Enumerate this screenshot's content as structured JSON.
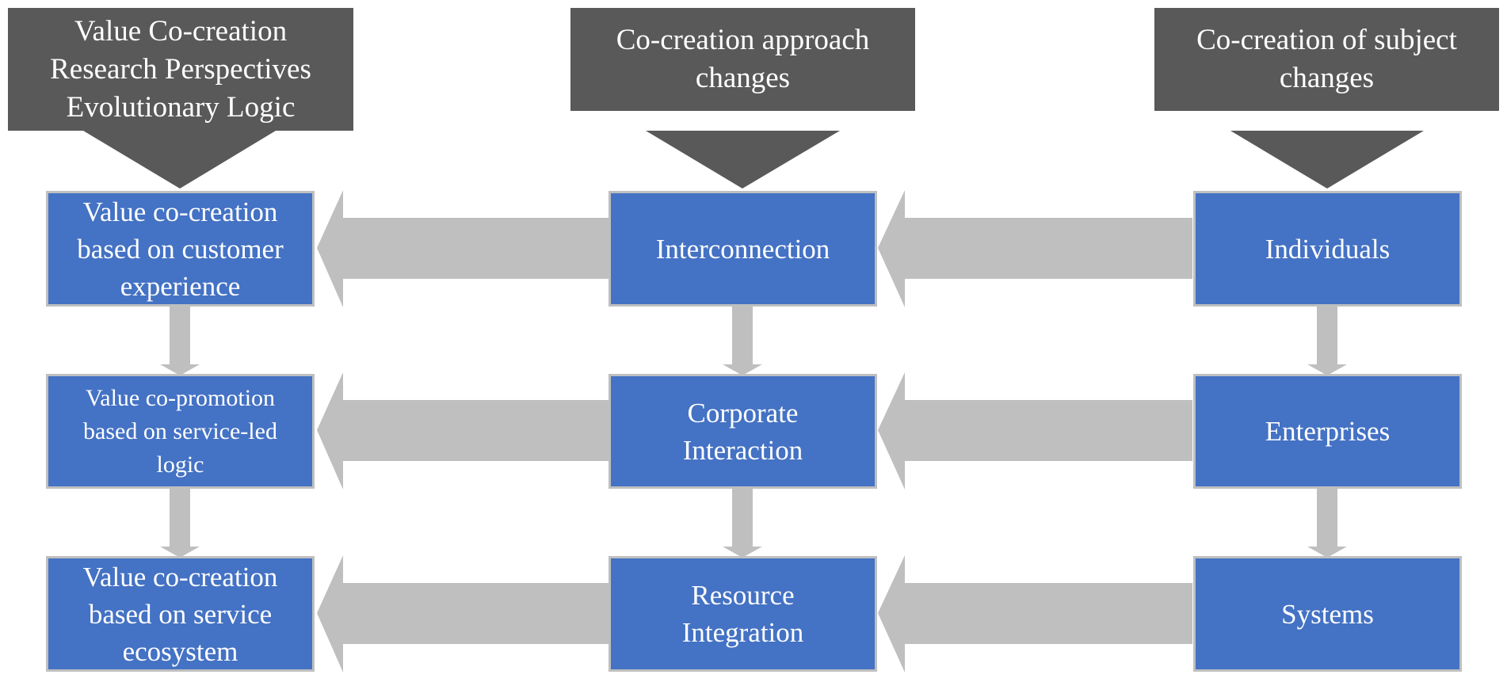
{
  "headers": {
    "col1": [
      "Value Co-creation",
      "Research Perspectives",
      "Evolutionary Logic"
    ],
    "col2": [
      "Co-creation approach",
      "changes"
    ],
    "col3": [
      "Co-creation of subject",
      "changes"
    ]
  },
  "boxes": {
    "perspective_1": [
      "Value co-creation",
      "based on customer",
      "experience"
    ],
    "perspective_2": [
      "Value co-promotion",
      "based on service-led",
      "logic"
    ],
    "perspective_3": [
      "Value co-creation",
      "based on service",
      "ecosystem"
    ],
    "approach_1": [
      "Interconnection"
    ],
    "approach_2": [
      "Corporate",
      "Interaction"
    ],
    "approach_3": [
      "Resource",
      "Integration"
    ],
    "subject_1": [
      "Individuals"
    ],
    "subject_2": [
      "Enterprises"
    ],
    "subject_3": [
      "Systems"
    ]
  },
  "colors": {
    "header_fill": "#595959",
    "box_fill": "#4472c4",
    "box_border": "#bfbfbf",
    "arrow_fill": "#bfbfbf",
    "text": "#ffffff"
  }
}
